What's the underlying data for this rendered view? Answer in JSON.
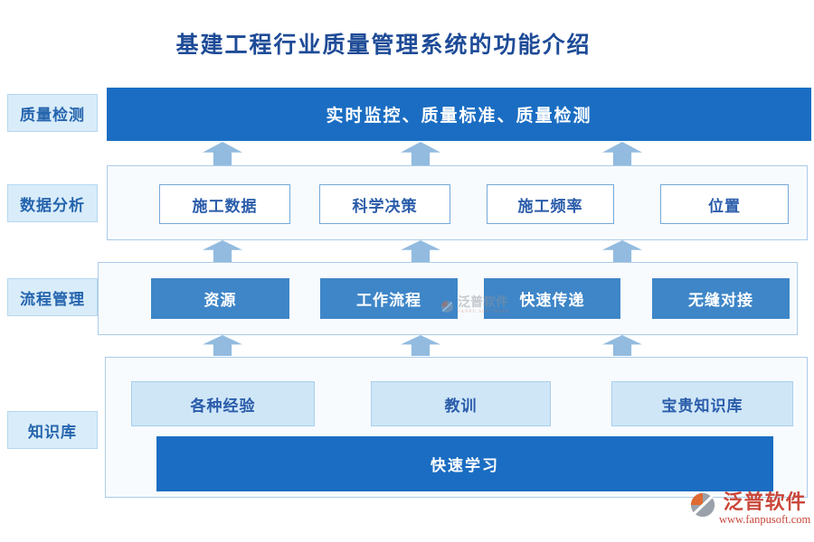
{
  "title": "基建工程行业质量管理系统的功能介绍",
  "side_labels": [
    {
      "label": "质量检测"
    },
    {
      "label": "数据分析"
    },
    {
      "label": "流程管理"
    },
    {
      "label": "知识库"
    }
  ],
  "rows": {
    "quality": {
      "banner": "实时监控、质量标准、质量检测"
    },
    "analysis": {
      "boxes": [
        {
          "label": "施工数据"
        },
        {
          "label": "科学决策"
        },
        {
          "label": "施工频率"
        },
        {
          "label": "位置"
        }
      ]
    },
    "process": {
      "boxes": [
        {
          "label": "资源"
        },
        {
          "label": "工作流程"
        },
        {
          "label": "快速传递"
        },
        {
          "label": "无缝对接"
        }
      ]
    },
    "knowledge": {
      "boxes": [
        {
          "label": "各种经验"
        },
        {
          "label": "教训"
        },
        {
          "label": "宝贵知识库"
        }
      ],
      "banner": "快速学习"
    }
  },
  "watermark": {
    "text": "泛普软件",
    "subtext": "FANPU SOFTWARE"
  },
  "footer": {
    "brand": "泛普软件",
    "url": "www.fanpusoft.com"
  },
  "icons": {
    "up_arrow": "up-arrow-icon",
    "brand_logo": "fanpu-logo-icon"
  },
  "colors": {
    "primary_blue": "#1a6dc2",
    "mid_blue": "#3e86c8",
    "arrow_blue": "#92bbdf",
    "side_label_bg": "#d9ecf9",
    "container_bg": "#f8fbfe",
    "container_border": "#aacbe9",
    "box_border": "#74a9d8",
    "text_blue": "#2a5caa",
    "title_blue": "#1e4b97",
    "brand_red": "#c9473a"
  }
}
